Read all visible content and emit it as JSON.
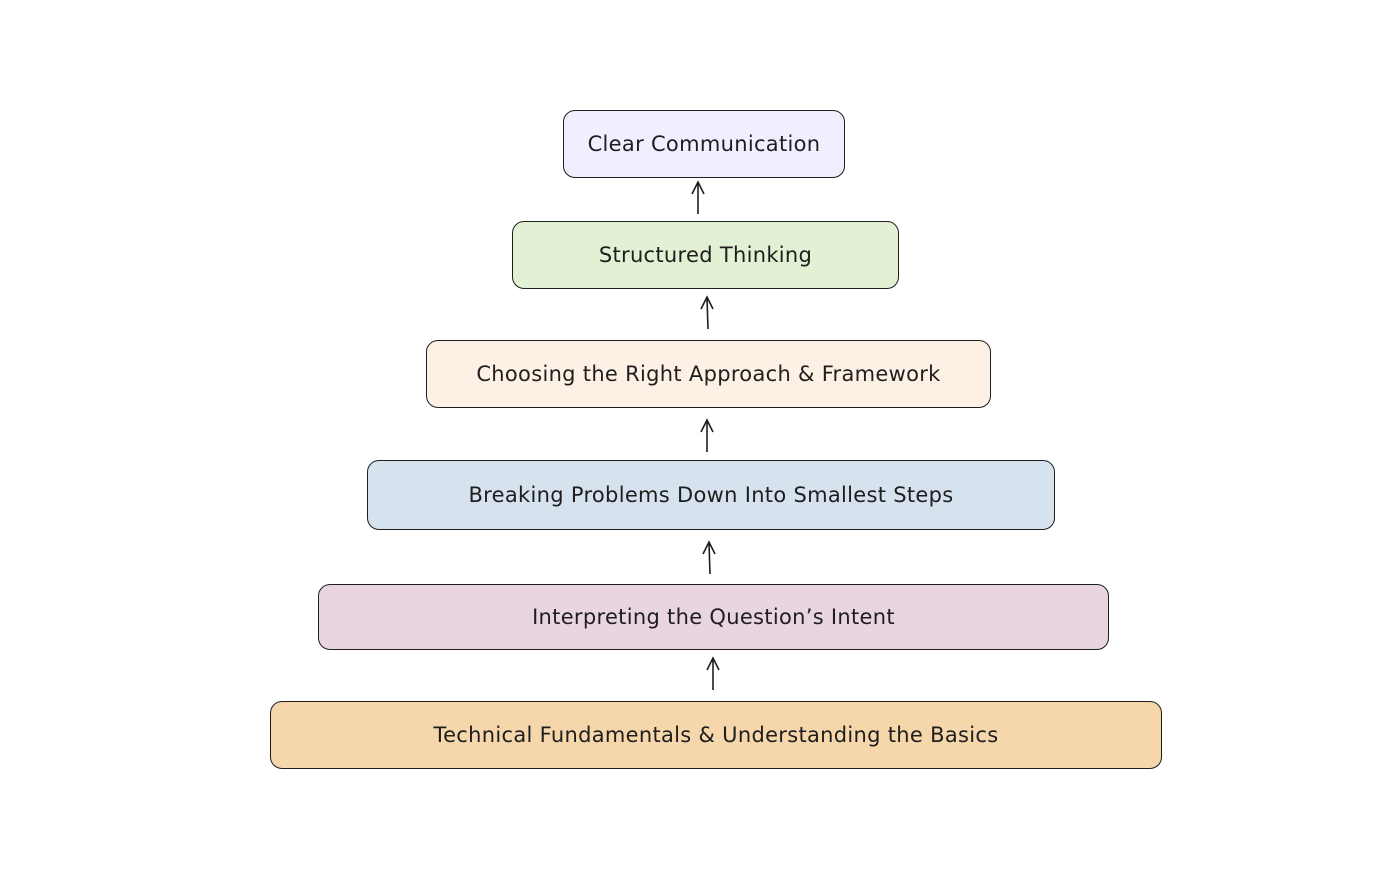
{
  "diagram": {
    "type": "pyramid-stack",
    "levels": [
      {
        "label": "Clear Communication",
        "color": "#f0efff"
      },
      {
        "label": "Structured Thinking",
        "color": "#e2f0d4"
      },
      {
        "label": "Choosing the Right Approach & Framework",
        "color": "#fdf0e4"
      },
      {
        "label": "Breaking Problems Down Into Smallest Steps",
        "color": "#d6e2ee"
      },
      {
        "label": "Interpreting the Question’s Intent",
        "color": "#e9d5e2"
      },
      {
        "label": "Technical Fundamentals & Understanding the Basics",
        "color": "#f5d7ab"
      }
    ],
    "connectors": [
      {
        "from": "Structured Thinking",
        "to": "Clear Communication",
        "icon": "arrow-up-icon"
      },
      {
        "from": "Choosing the Right Approach & Framework",
        "to": "Structured Thinking",
        "icon": "arrow-up-icon"
      },
      {
        "from": "Breaking Problems Down Into Smallest Steps",
        "to": "Choosing the Right Approach & Framework",
        "icon": "arrow-up-icon"
      },
      {
        "from": "Interpreting the Question’s Intent",
        "to": "Breaking Problems Down Into Smallest Steps",
        "icon": "arrow-up-icon"
      },
      {
        "from": "Technical Fundamentals & Understanding the Basics",
        "to": "Interpreting the Question’s Intent",
        "icon": "arrow-up-icon"
      }
    ]
  }
}
